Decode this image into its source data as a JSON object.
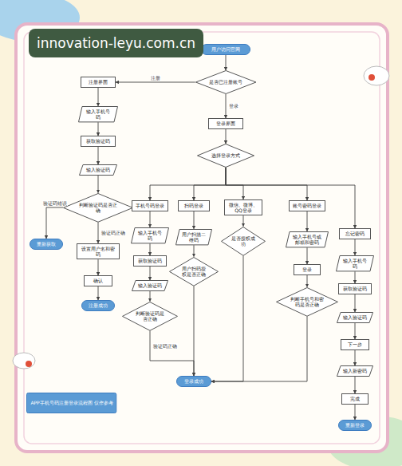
{
  "diagram": {
    "nodes": [
      {
        "text": [
          "用户访问官网"
        ]
      },
      {
        "text": [
          "是否已注册账号"
        ]
      },
      {
        "text": [
          "注册界面"
        ]
      },
      {
        "text": [
          "输入手机号码"
        ]
      },
      {
        "text": [
          "获取验证码"
        ]
      },
      {
        "text": [
          "输入验证码"
        ]
      },
      {
        "text": [
          "判断验证码是否正确"
        ]
      },
      {
        "text": [
          "重新获取"
        ]
      },
      {
        "text": [
          "设置用户名和密码"
        ]
      },
      {
        "text": [
          "确认"
        ]
      },
      {
        "text": [
          "注册成功"
        ]
      },
      {
        "text": [
          "登录界面"
        ]
      },
      {
        "text": [
          "选择登录方式"
        ]
      },
      {
        "text": [
          "手机号码登录"
        ]
      },
      {
        "text": [
          "扫码登录"
        ]
      },
      {
        "text": [
          "微信、微博、QQ登录"
        ]
      },
      {
        "text": [
          "账号密码登录"
        ]
      },
      {
        "text": [
          "忘记密码"
        ]
      },
      {
        "text": [
          "输入手机号码"
        ]
      },
      {
        "text": [
          "获取验证码"
        ]
      },
      {
        "text": [
          "输入验证码"
        ]
      },
      {
        "text": [
          "判断验证码是否正确"
        ]
      },
      {
        "text": [
          "用户扫描二维码"
        ]
      },
      {
        "text": [
          "用户扫码授权是否正确"
        ]
      },
      {
        "text": [
          "是否授权成功"
        ]
      },
      {
        "text": [
          "输入手机号或邮箱和密码"
        ]
      },
      {
        "text": [
          "登录"
        ]
      },
      {
        "text": [
          "判断手机号和密码是否正确"
        ]
      },
      {
        "text": [
          "输入手机号码"
        ]
      },
      {
        "text": [
          "获取验证码"
        ]
      },
      {
        "text": [
          "输入验证码"
        ]
      },
      {
        "text": [
          "下一步"
        ]
      },
      {
        "text": [
          "输入新密码"
        ]
      },
      {
        "text": [
          "完成"
        ]
      },
      {
        "text": [
          "重新登录"
        ]
      },
      {
        "text": [
          "登录成功"
        ]
      },
      {
        "text": [
          "APP手机号码注册登录流程图 仅作参考"
        ]
      }
    ],
    "edges": [
      {
        "from": 0,
        "to": 1,
        "arrow": "to"
      },
      {
        "from": 1,
        "to": 2,
        "label": "注册",
        "arrow": "to"
      },
      {
        "from": 1,
        "to": 11,
        "label": "登录",
        "arrow": "to"
      },
      {
        "from": 2,
        "to": 3,
        "arrow": "to"
      },
      {
        "from": 3,
        "to": 4,
        "arrow": "to"
      },
      {
        "from": 4,
        "to": 5,
        "arrow": "to"
      },
      {
        "from": 5,
        "to": 6,
        "arrow": "to"
      },
      {
        "from": 6,
        "to": 7,
        "label": "验证码错误",
        "arrow": "to"
      },
      {
        "from": 6,
        "to": 8,
        "label": "验证码正确",
        "arrow": "to"
      },
      {
        "from": 8,
        "to": 9,
        "arrow": "to"
      },
      {
        "from": 9,
        "to": 10,
        "arrow": "to"
      },
      {
        "from": 11,
        "to": 12,
        "arrow": "to"
      },
      {
        "from": 12,
        "to": 13,
        "arrow": "to"
      },
      {
        "from": 12,
        "to": 14,
        "arrow": "to"
      },
      {
        "from": 12,
        "to": 15,
        "arrow": "to"
      },
      {
        "from": 12,
        "to": 16,
        "arrow": "to"
      },
      {
        "from": 12,
        "to": 17,
        "arrow": "to"
      },
      {
        "from": 13,
        "to": 18,
        "arrow": "to"
      },
      {
        "from": 18,
        "to": 19,
        "arrow": "to"
      },
      {
        "from": 19,
        "to": 20,
        "arrow": "to"
      },
      {
        "from": 20,
        "to": 21,
        "arrow": "to"
      },
      {
        "from": 21,
        "to": 35,
        "label": "验证码正确",
        "arrow": "to"
      },
      {
        "from": 14,
        "to": 22,
        "arrow": "to"
      },
      {
        "from": 22,
        "to": 23,
        "arrow": "to"
      },
      {
        "from": 23,
        "to": 35,
        "arrow": "to"
      },
      {
        "from": 15,
        "to": 24,
        "arrow": "to"
      },
      {
        "from": 24,
        "to": 35,
        "arrow": "to"
      },
      {
        "from": 16,
        "to": 25,
        "arrow": "to"
      },
      {
        "from": 25,
        "to": 26,
        "arrow": "to"
      },
      {
        "from": 26,
        "to": 27,
        "arrow": "to"
      },
      {
        "from": 27,
        "to": 35,
        "arrow": "to"
      },
      {
        "from": 17,
        "to": 28,
        "arrow": "to"
      },
      {
        "from": 28,
        "to": 29,
        "arrow": "to"
      },
      {
        "from": 29,
        "to": 30,
        "arrow": "to"
      },
      {
        "from": 30,
        "to": 31,
        "arrow": "to"
      },
      {
        "from": 31,
        "to": 32,
        "arrow": "to"
      },
      {
        "from": 32,
        "to": 33,
        "arrow": "to"
      },
      {
        "from": 33,
        "to": 34,
        "arrow": "to"
      }
    ],
    "labels": [
      "innovation-leyu.com.cn"
    ]
  }
}
